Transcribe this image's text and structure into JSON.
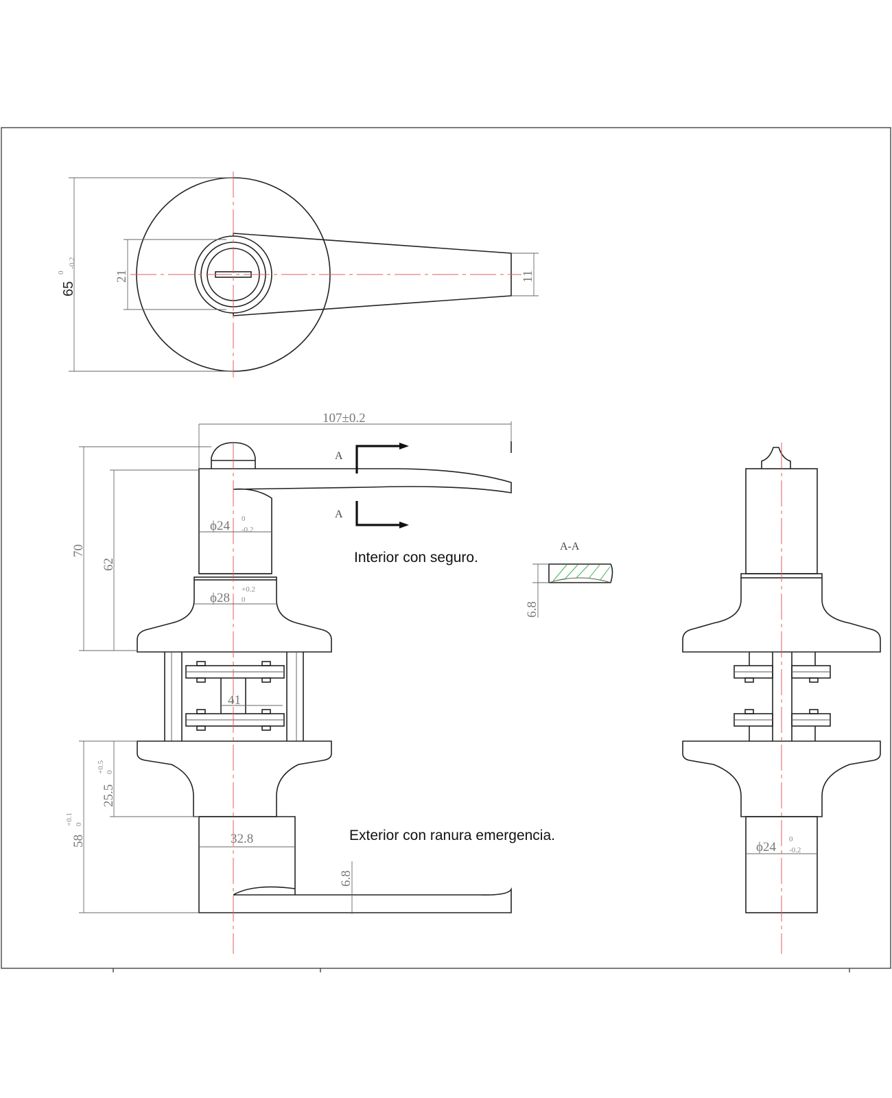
{
  "notes": {
    "interior": "Interior con seguro.",
    "exterior": "Exterior con ranura emergencia."
  },
  "section": {
    "marker": "A",
    "title": "A-A"
  },
  "dimensions": {
    "rose_dia": "65",
    "rose_dia_tol_upper": "0",
    "rose_dia_tol_lower": "-0.2",
    "rose_inner": "21",
    "lever_tip": "11",
    "lever_length": "107±0.2",
    "height_70": "70",
    "height_62": "62",
    "shaft_24": "ϕ24",
    "shaft_24_tol_upper": "0",
    "shaft_24_tol_lower": "-0.2",
    "collar_28": "ϕ28",
    "collar_28_tol_upper": "+0.2",
    "collar_28_tol_lower": "0",
    "spacing_41": "41",
    "section_thickness": "6.8",
    "ext_25": "25.5",
    "ext_25_tol_upper": "+0.5",
    "ext_25_tol_lower": "0",
    "ext_58": "58",
    "ext_58_tol_upper": "+0.1",
    "ext_58_tol_lower": "0",
    "ext_shaft": "32.8",
    "ext_lever_thk": "6.8",
    "side_shaft_24": "ϕ24",
    "side_shaft_24_tol_upper": "0",
    "side_shaft_24_tol_lower": "-0.2"
  }
}
